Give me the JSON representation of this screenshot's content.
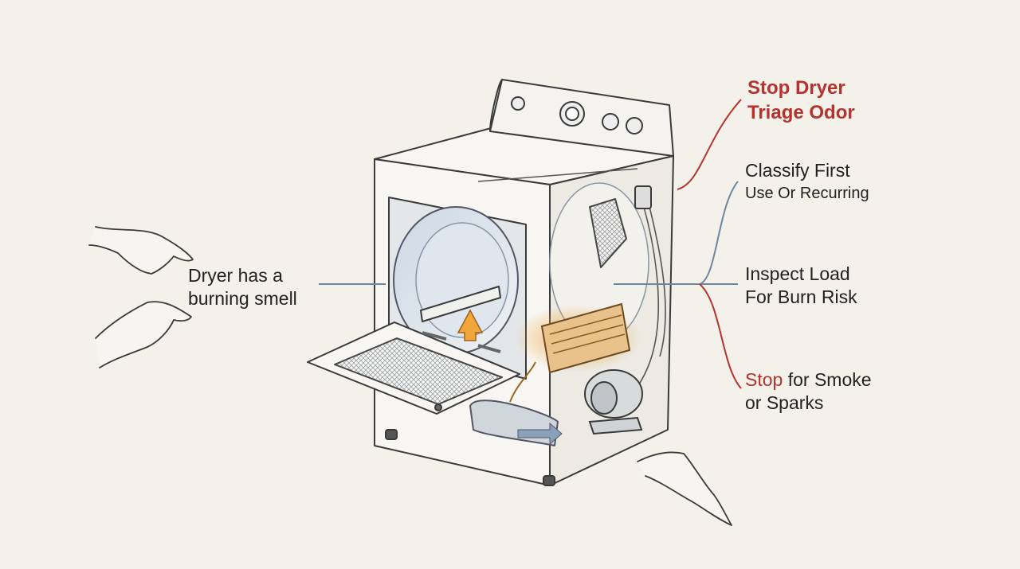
{
  "colors": {
    "background": "#f3f1ea",
    "ink": "#3a3a3a",
    "accent_red": "#b5322e",
    "connector_blue": "#6e87a0",
    "heat_orange": "#e9a23b"
  },
  "icons": [
    "dryer-illustration",
    "hand-icon",
    "heating-element-icon",
    "motor-icon",
    "airflow-arrow-icon"
  ],
  "labels": {
    "symptom": {
      "line1": "Dryer has a",
      "line2": "burning smell"
    },
    "stop_triage": {
      "line1": "Stop Dryer",
      "line2": "Triage Odor"
    },
    "classify": {
      "line1": "Classify First",
      "line2": "Use Or Recurring"
    },
    "inspect": {
      "line1": "Inspect Load",
      "line2": "For Burn Risk"
    },
    "stop_smoke": {
      "word_stop": "Stop",
      "rest1": " for Smoke",
      "line2": "or Sparks"
    }
  }
}
